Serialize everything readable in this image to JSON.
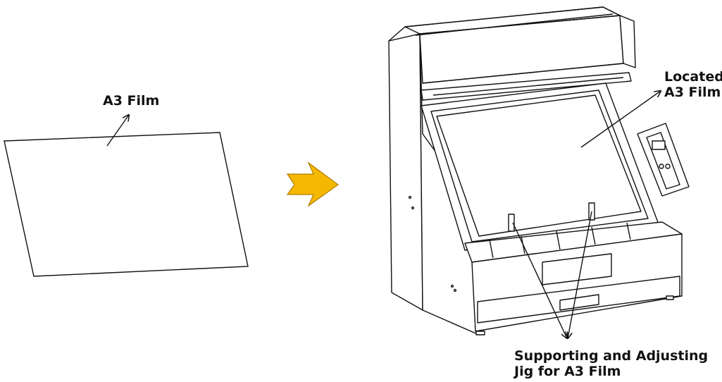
{
  "labels": {
    "a3_film": "A3 Film",
    "located_line1": "Located",
    "located_line2": "A3 Film",
    "jig_line1": "Supporting and Adjusting",
    "jig_line2": "Jig for A3 Film"
  },
  "colors": {
    "arrow_fill": "#f5b800",
    "arrow_stroke": "#b07d00",
    "line": "#111111"
  }
}
